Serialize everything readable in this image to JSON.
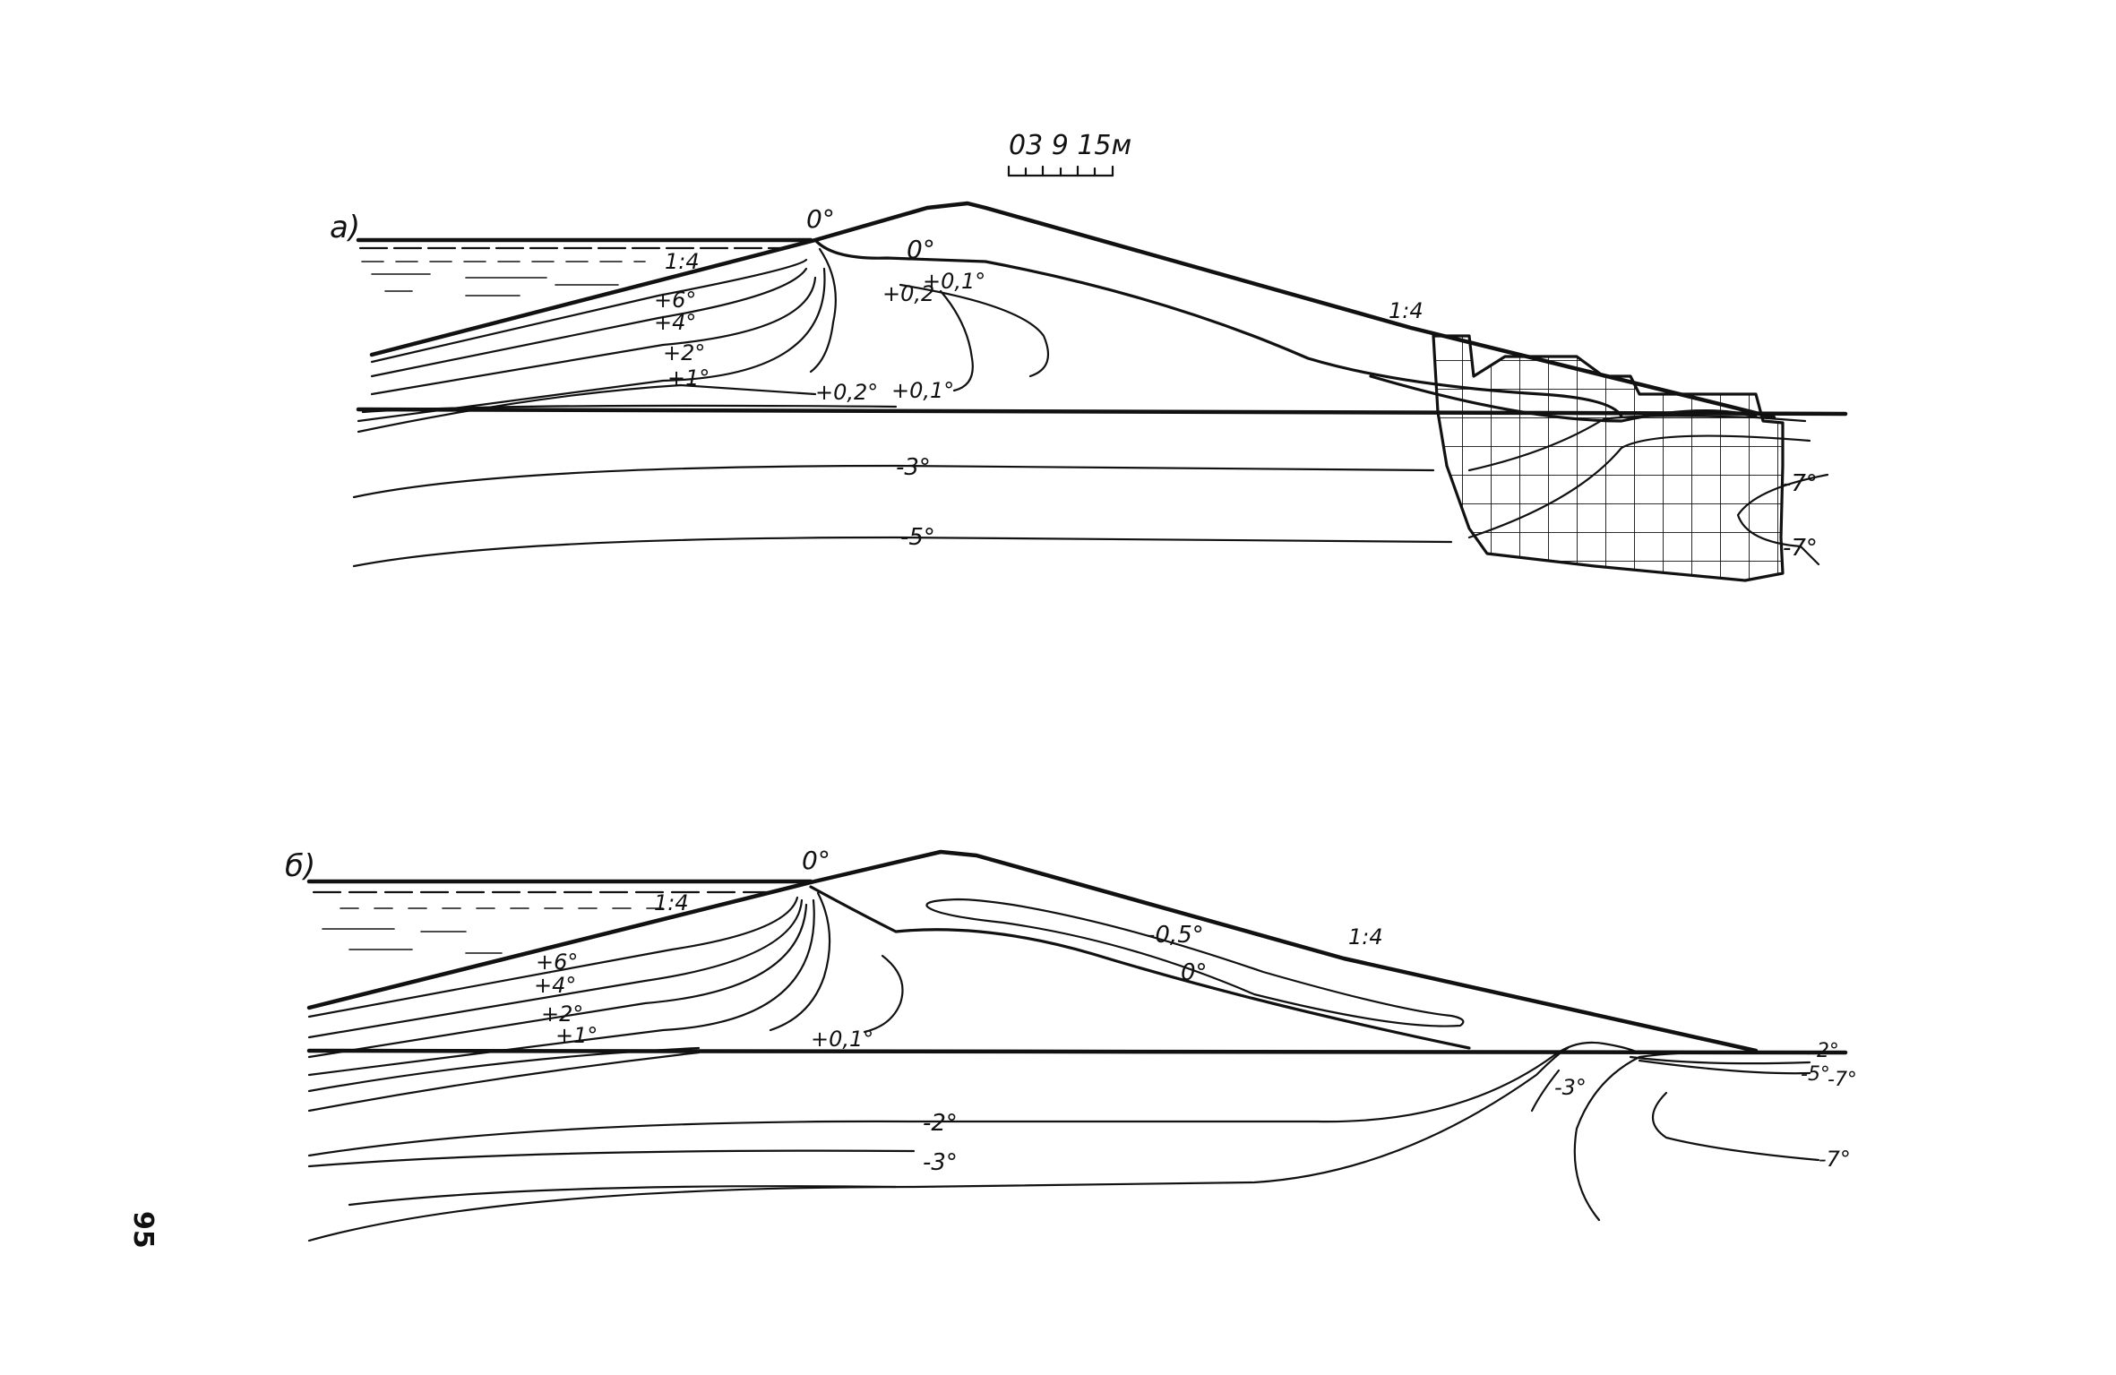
{
  "scale_bar": {
    "label": "03 9 15м"
  },
  "panel_a": {
    "letter": "a)",
    "crest_label": "0°",
    "slope_upstream": "1:4",
    "slope_downstream": "1:4",
    "isotherm_labels": {
      "t0": "0°",
      "p01_upper": "+0,1°",
      "p02_upper": "+0,2",
      "p6": "+6°",
      "p4": "+4°",
      "p2": "+2°",
      "p1": "+1°",
      "p02_lower": "+0,2°",
      "p01_lower": "+0,1°",
      "m3": "-3°",
      "m5": "-5°",
      "m7_upper": "-7°",
      "m7_lower": "-7°"
    }
  },
  "panel_b": {
    "letter": "б)",
    "crest_label": "0°",
    "slope_upstream": "1:4",
    "slope_downstream": "1:4",
    "isotherm_labels": {
      "m05": "-0,5°",
      "t0": "0°",
      "p6": "+6°",
      "p4": "+4°",
      "p2": "+2°",
      "p1": "+1°",
      "p01": "+0,1°",
      "m2": "-2°",
      "m3": "-3°",
      "m3_toe": "-3°",
      "m2_right": "-2°",
      "m5_right": "-5°",
      "m7_right": "-7°",
      "m7_far": "-7°"
    }
  },
  "page_number": "95"
}
